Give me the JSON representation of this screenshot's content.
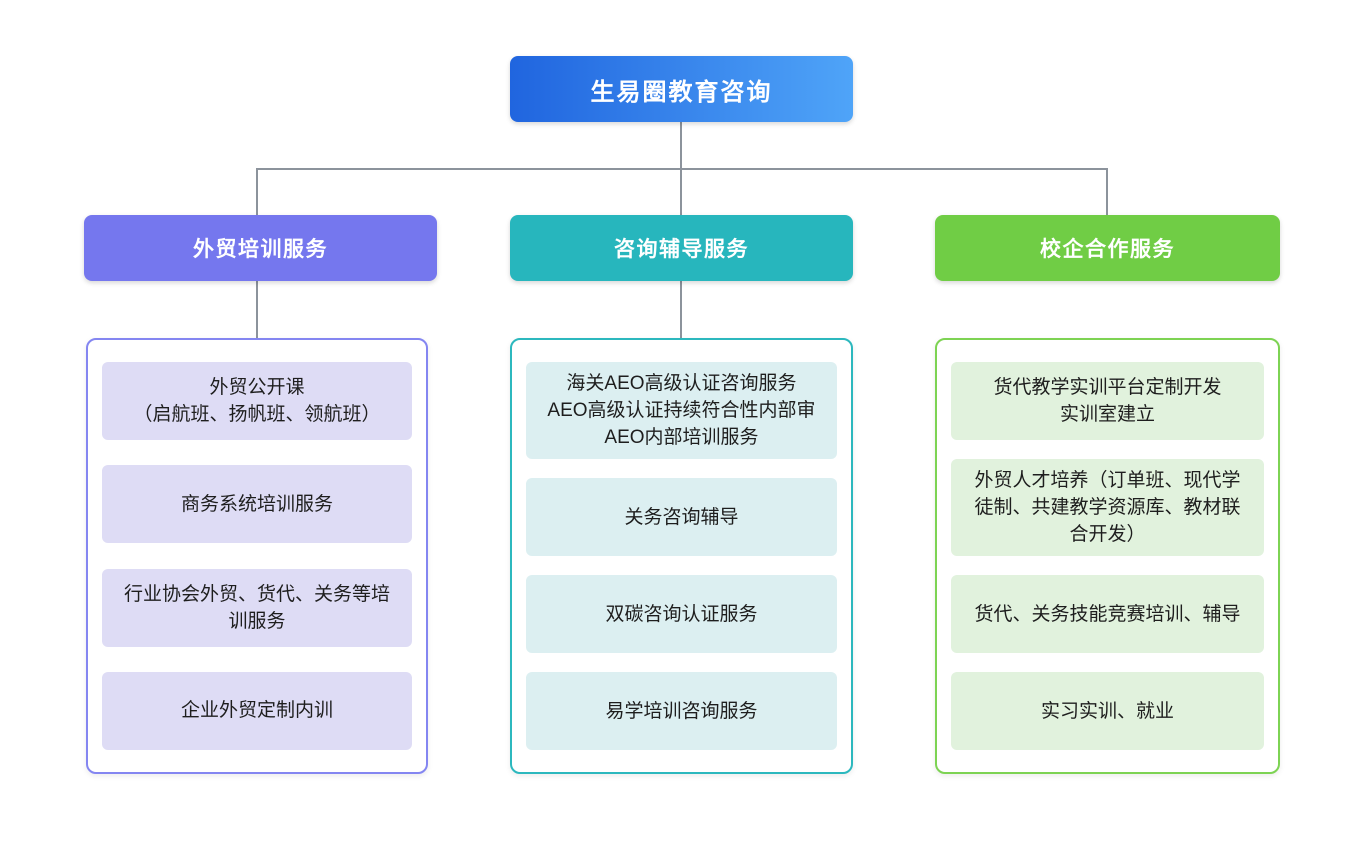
{
  "root": {
    "title": "生易圈教育咨询",
    "gradient_start": "#2065DF",
    "gradient_end": "#4FA4F8"
  },
  "connector_color": "#8C939C",
  "branches": [
    {
      "title": "外贸培训服务",
      "header_color": "#7577EE",
      "border_color": "#8486F1",
      "item_bg": "#DEDCF5",
      "items": [
        "外贸公开课\n（启航班、扬帆班、领航班）",
        "商务系统培训服务",
        "行业协会外贸、货代、关务等培训服务",
        "企业外贸定制内训"
      ]
    },
    {
      "title": "咨询辅导服务",
      "header_color": "#27B6BD",
      "border_color": "#2CB8BE",
      "item_bg": "#DCEFF1",
      "items": [
        "海关AEO高级认证咨询服务\nAEO高级认证持续符合性内部审\nAEO内部培训服务",
        "关务咨询辅导",
        "双碳咨询认证服务",
        "易学培训咨询服务"
      ]
    },
    {
      "title": "校企合作服务",
      "header_color": "#70CD45",
      "border_color": "#7DD353",
      "item_bg": "#E1F2DD",
      "items": [
        "货代教学实训平台定制开发\n实训室建立",
        "外贸人才培养（订单班、现代学徒制、共建教学资源库、教材联合开发）",
        "货代、关务技能竞赛培训、辅导",
        "实习实训、就业"
      ]
    }
  ]
}
